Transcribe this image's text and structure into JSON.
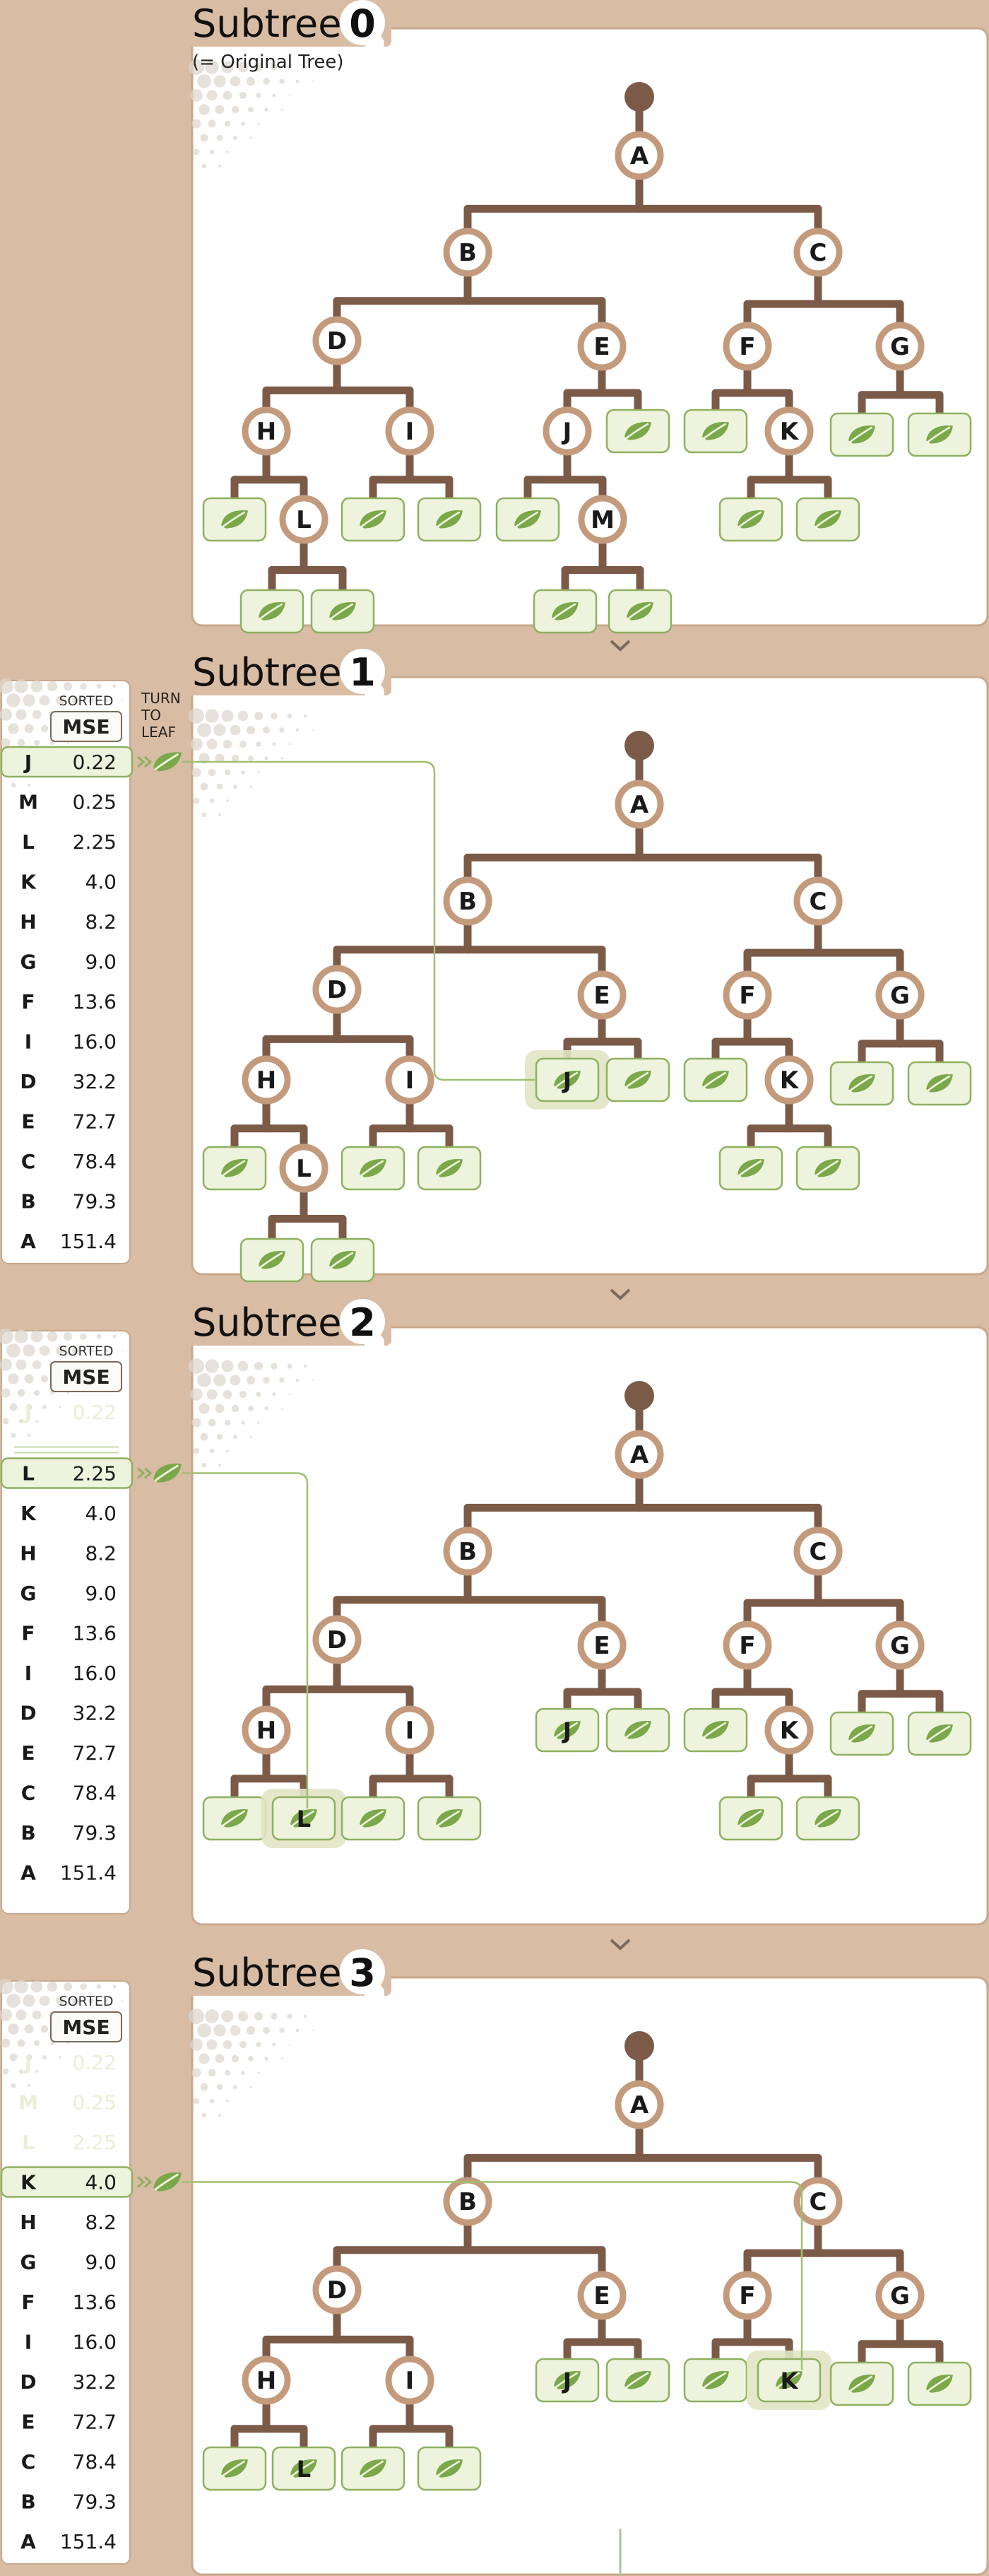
{
  "colors": {
    "background": "#d8bca4",
    "panel": "#ffffff",
    "panel_border": "#c9a88c",
    "branch": "#7b5a48",
    "node_ring": "#c49a7c",
    "leaf_fill": "#edf3dc",
    "leaf_border": "#8fb060",
    "leaf_icon": "#7aa84a",
    "highlight_line": "#9fc072",
    "faded_text": "#e9eed6"
  },
  "icons": {
    "leaf": "leaf-icon",
    "root": "root-dot-icon",
    "chevron": "chevron-down-icon"
  },
  "subtree_word": "Subtree",
  "subtree0_note": "(= Original Tree)",
  "mse_table": {
    "sorted_label": "SORTED",
    "header": "MSE",
    "rows": [
      {
        "name": "J",
        "value": "0.22"
      },
      {
        "name": "M",
        "value": "0.25"
      },
      {
        "name": "L",
        "value": "2.25"
      },
      {
        "name": "K",
        "value": "4.0"
      },
      {
        "name": "H",
        "value": "8.2"
      },
      {
        "name": "G",
        "value": "9.0"
      },
      {
        "name": "F",
        "value": "13.6"
      },
      {
        "name": "I",
        "value": "16.0"
      },
      {
        "name": "D",
        "value": "32.2"
      },
      {
        "name": "E",
        "value": "72.7"
      },
      {
        "name": "C",
        "value": "78.4"
      },
      {
        "name": "B",
        "value": "79.3"
      },
      {
        "name": "A",
        "value": "151.4"
      }
    ]
  },
  "turn_to_leaf_label": "TURN TO LEAF",
  "panels": [
    {
      "number": "0",
      "pruned": [],
      "highlight": null
    },
    {
      "number": "1",
      "pruned": [
        "J"
      ],
      "highlight": "J"
    },
    {
      "number": "2",
      "pruned": [
        "J",
        "L"
      ],
      "highlight": "L"
    },
    {
      "number": "3",
      "pruned": [
        "J",
        "L",
        "K"
      ],
      "highlight": "K"
    }
  ]
}
